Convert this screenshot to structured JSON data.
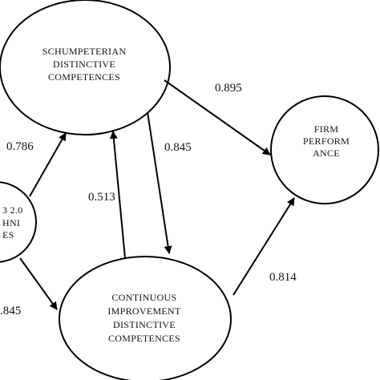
{
  "nodes": {
    "schumpeterian": {
      "lines": [
        "SCHUMPETERIAN",
        "DISTINCTIVE",
        "COMPETENCES"
      ]
    },
    "firm": {
      "lines": [
        "FIRM",
        "PERFORM",
        "ANCE"
      ]
    },
    "web": {
      "lines": [
        "3 2.0",
        "HNI",
        "ES"
      ]
    },
    "continuous": {
      "lines": [
        "CONTINUOUS",
        "IMPROVEMENT",
        "DISTINCTIVE",
        "COMPETENCES"
      ]
    }
  },
  "edges": {
    "schumpeterian_to_firm": "0.895",
    "web_to_schumpeterian": "0.786",
    "schumpeterian_to_continuous": "0.845",
    "continuous_to_schumpeterian": "0.513",
    "continuous_to_firm": "0.814",
    "web_to_continuous": ".845"
  },
  "colors": {
    "stroke": "#000000",
    "text": "#111111",
    "background": "#ffffff"
  }
}
